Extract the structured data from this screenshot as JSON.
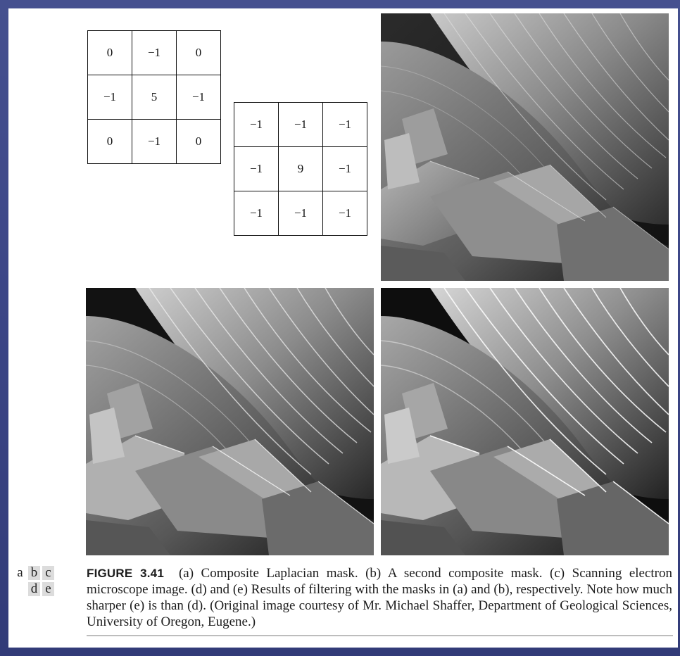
{
  "mask_a": {
    "rows": [
      [
        "0",
        "−1",
        "0"
      ],
      [
        "−1",
        "5",
        "−1"
      ],
      [
        "0",
        "−1",
        "0"
      ]
    ]
  },
  "mask_b": {
    "rows": [
      [
        "−1",
        "−1",
        "−1"
      ],
      [
        "−1",
        "9",
        "−1"
      ],
      [
        "−1",
        "−1",
        "−1"
      ]
    ]
  },
  "panel_labels": {
    "a": "a",
    "b": "b",
    "c": "c",
    "d": "d",
    "e": "e"
  },
  "caption": {
    "figure_label": "FIGURE 3.41",
    "text": "(a) Composite Laplacian mask. (b) A second composite mask. (c) Scanning electron microscope image. (d) and (e) Results of filtering with the masks in (a) and (b), respectively. Note how much sharper (e) is than (d). (Original image courtesy of Mr. Michael Shaffer, Department of Geological Sciences, University of Oregon, Eugene.)"
  }
}
